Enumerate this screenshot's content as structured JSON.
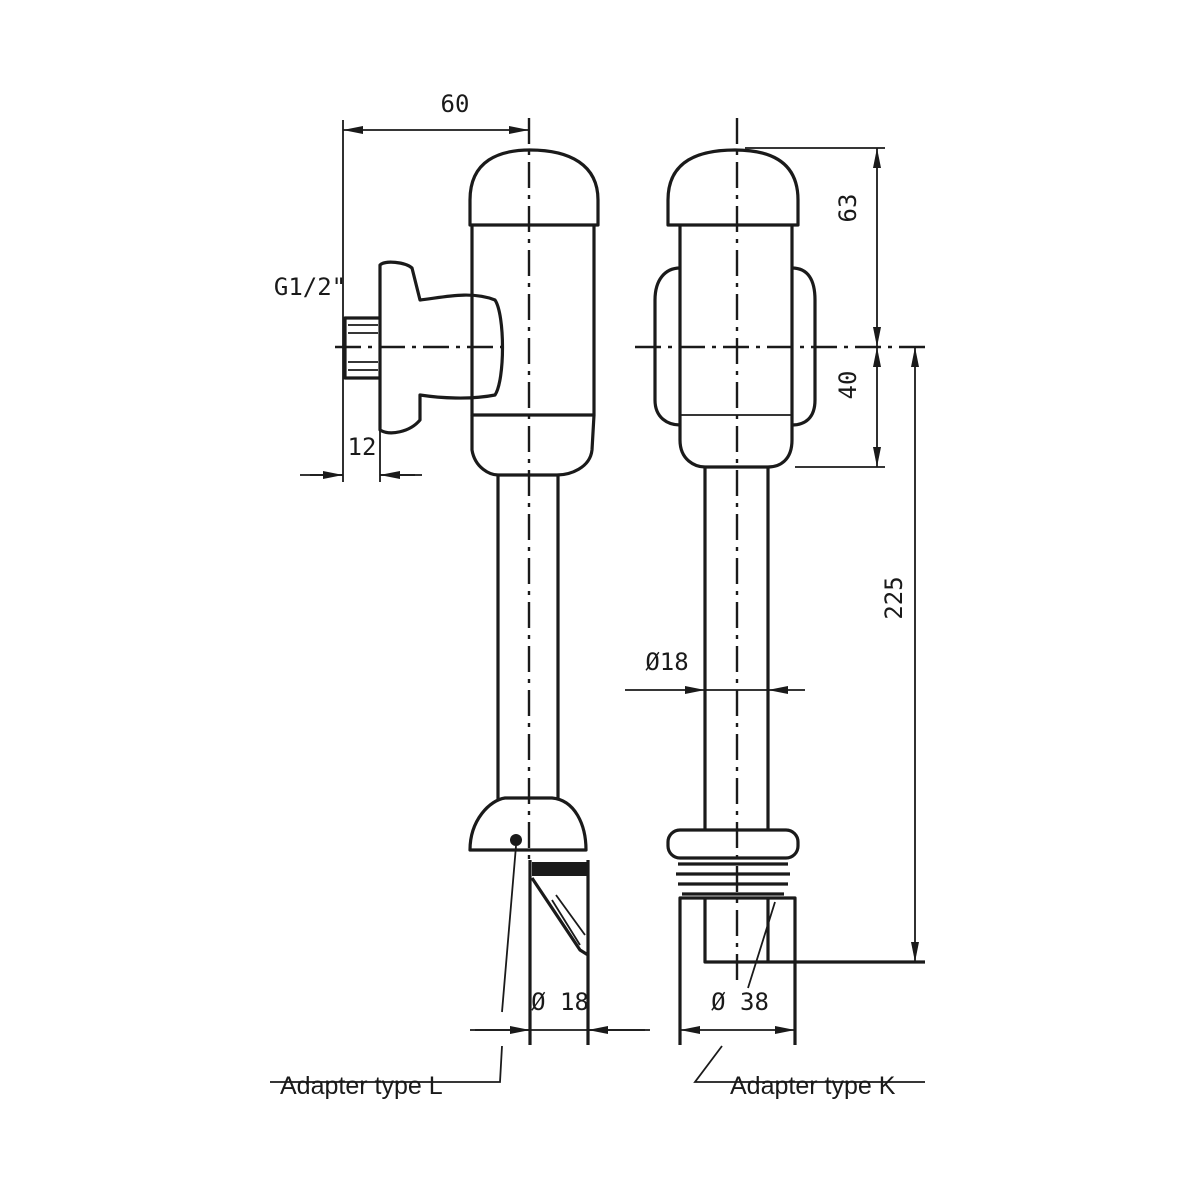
{
  "drawing": {
    "dimensions": {
      "width_60": "60",
      "thread": "G1/2\"",
      "thread_length_12": "12",
      "head_63": "63",
      "body_40": "40",
      "length_225": "225",
      "pipe_dia": "Ø18",
      "adapter_l_dia": "Ø 18",
      "adapter_k_dia": "Ø 38"
    },
    "labels": {
      "adapter_l": "Adapter type L",
      "adapter_k": "Adapter type K"
    }
  }
}
